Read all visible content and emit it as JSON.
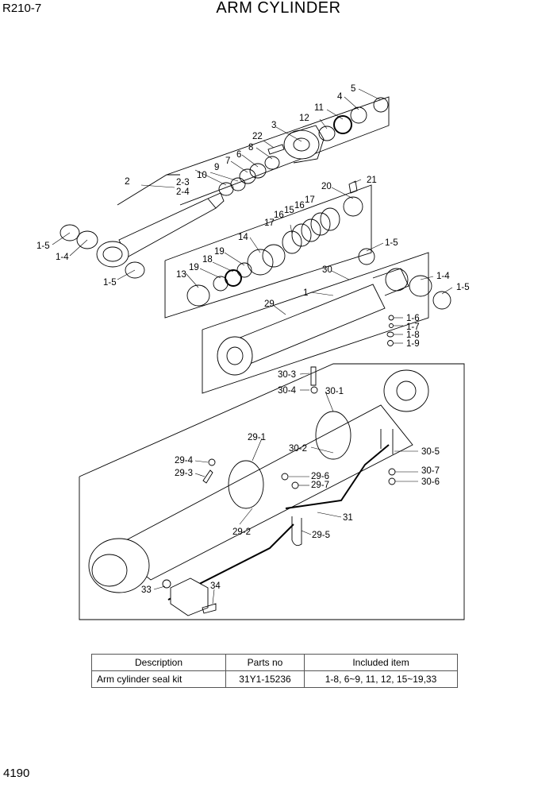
{
  "header": {
    "model": "R210-7",
    "title": "ARM CYLINDER"
  },
  "footer": {
    "page": "4190"
  },
  "callouts": {
    "c2": "2",
    "c2_3": "2-3",
    "c2_4": "2-4",
    "c3": "3",
    "c4": "4",
    "c5": "5",
    "c6": "6",
    "c7": "7",
    "c8": "8",
    "c9": "9",
    "c10": "10",
    "c11": "11",
    "c12": "12",
    "c13": "13",
    "c14": "14",
    "c15": "15",
    "c16a": "16",
    "c16b": "16",
    "c17a": "17",
    "c17b": "17",
    "c18": "18",
    "c19a": "19",
    "c19b": "19",
    "c20": "20",
    "c21": "21",
    "c22": "22",
    "c1": "1",
    "c1_4a": "1-4",
    "c1_4b": "1-4",
    "c1_5a": "1-5",
    "c1_5b": "1-5",
    "c1_5c": "1-5",
    "c1_5d": "1-5",
    "c1_6": "1-6",
    "c1_7": "1-7",
    "c1_8": "1-8",
    "c1_9": "1-9",
    "c29": "29",
    "c30": "30",
    "c29_1": "29-1",
    "c29_2": "29-2",
    "c29_3": "29-3",
    "c29_4": "29-4",
    "c29_5": "29-5",
    "c29_6": "29-6",
    "c29_7": "29-7",
    "c30_1": "30-1",
    "c30_2": "30-2",
    "c30_3": "30-3",
    "c30_4": "30-4",
    "c30_5": "30-5",
    "c30_6": "30-6",
    "c30_7": "30-7",
    "c31": "31",
    "c33": "33",
    "c34": "34"
  },
  "kit_table": {
    "headers": {
      "description": "Description",
      "parts_no": "Parts no",
      "included": "Included item"
    },
    "row": {
      "description": "Arm cylinder seal kit",
      "parts_no": "31Y1-15236",
      "included": "1-8, 6~9, 11, 12, 15~19,33"
    }
  }
}
